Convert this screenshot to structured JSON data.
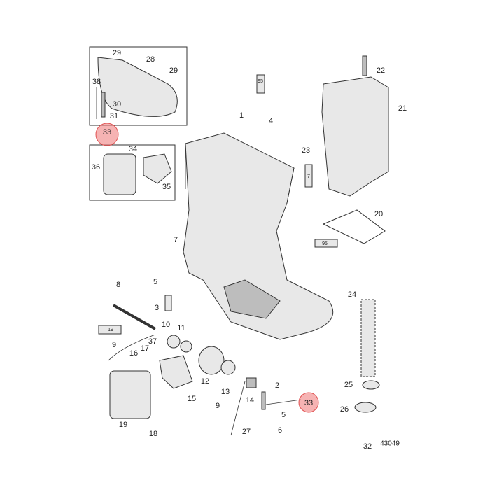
{
  "diagram_id": "43049",
  "callouts": [
    "29",
    "28",
    "29",
    "38",
    "30",
    "31",
    "33",
    "34",
    "36",
    "35",
    "22",
    "21",
    "1",
    "4",
    "23",
    "20",
    "7",
    "5",
    "8",
    "3",
    "24",
    "10",
    "11",
    "9",
    "37",
    "17",
    "16",
    "12",
    "13",
    "15",
    "2",
    "14",
    "33",
    "25",
    "26",
    "5",
    "9",
    "6",
    "27",
    "19",
    "18",
    "32"
  ],
  "tube_labels": [
    "95",
    "7",
    "95",
    "19"
  ],
  "colors": {
    "highlight": "#f08080",
    "line": "#333333",
    "part_fill": "#e8e8e8"
  }
}
